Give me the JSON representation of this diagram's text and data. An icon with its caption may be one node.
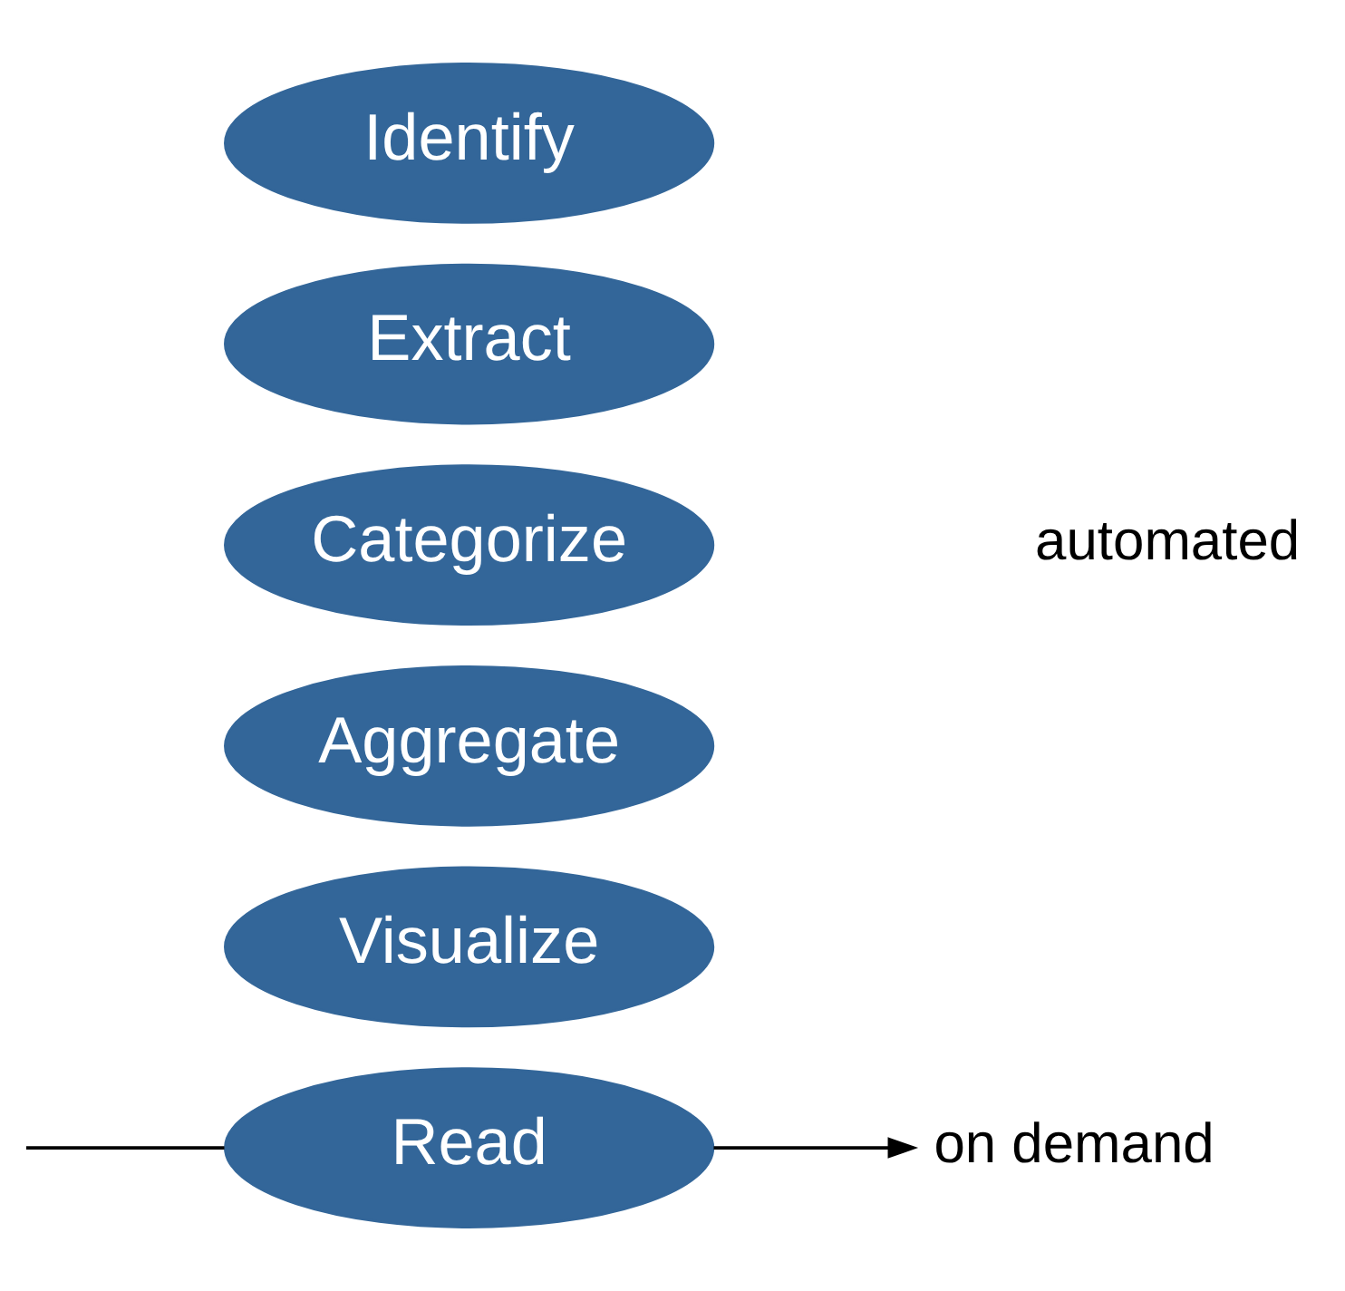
{
  "diagram": {
    "nodes": [
      {
        "text": [
          "Identify"
        ]
      },
      {
        "text": [
          "Extract"
        ]
      },
      {
        "text": [
          "Categorize"
        ]
      },
      {
        "text": [
          "Aggregate"
        ]
      },
      {
        "text": [
          "Visualize"
        ]
      },
      {
        "text": [
          "Read"
        ]
      },
      {
        "text": [
          "on demand"
        ]
      }
    ],
    "edges": [
      {
        "from": null,
        "to": 5,
        "arrow": "none"
      },
      {
        "from": 5,
        "to": 6,
        "arrow": "to"
      }
    ],
    "labels": [
      "automated"
    ]
  }
}
